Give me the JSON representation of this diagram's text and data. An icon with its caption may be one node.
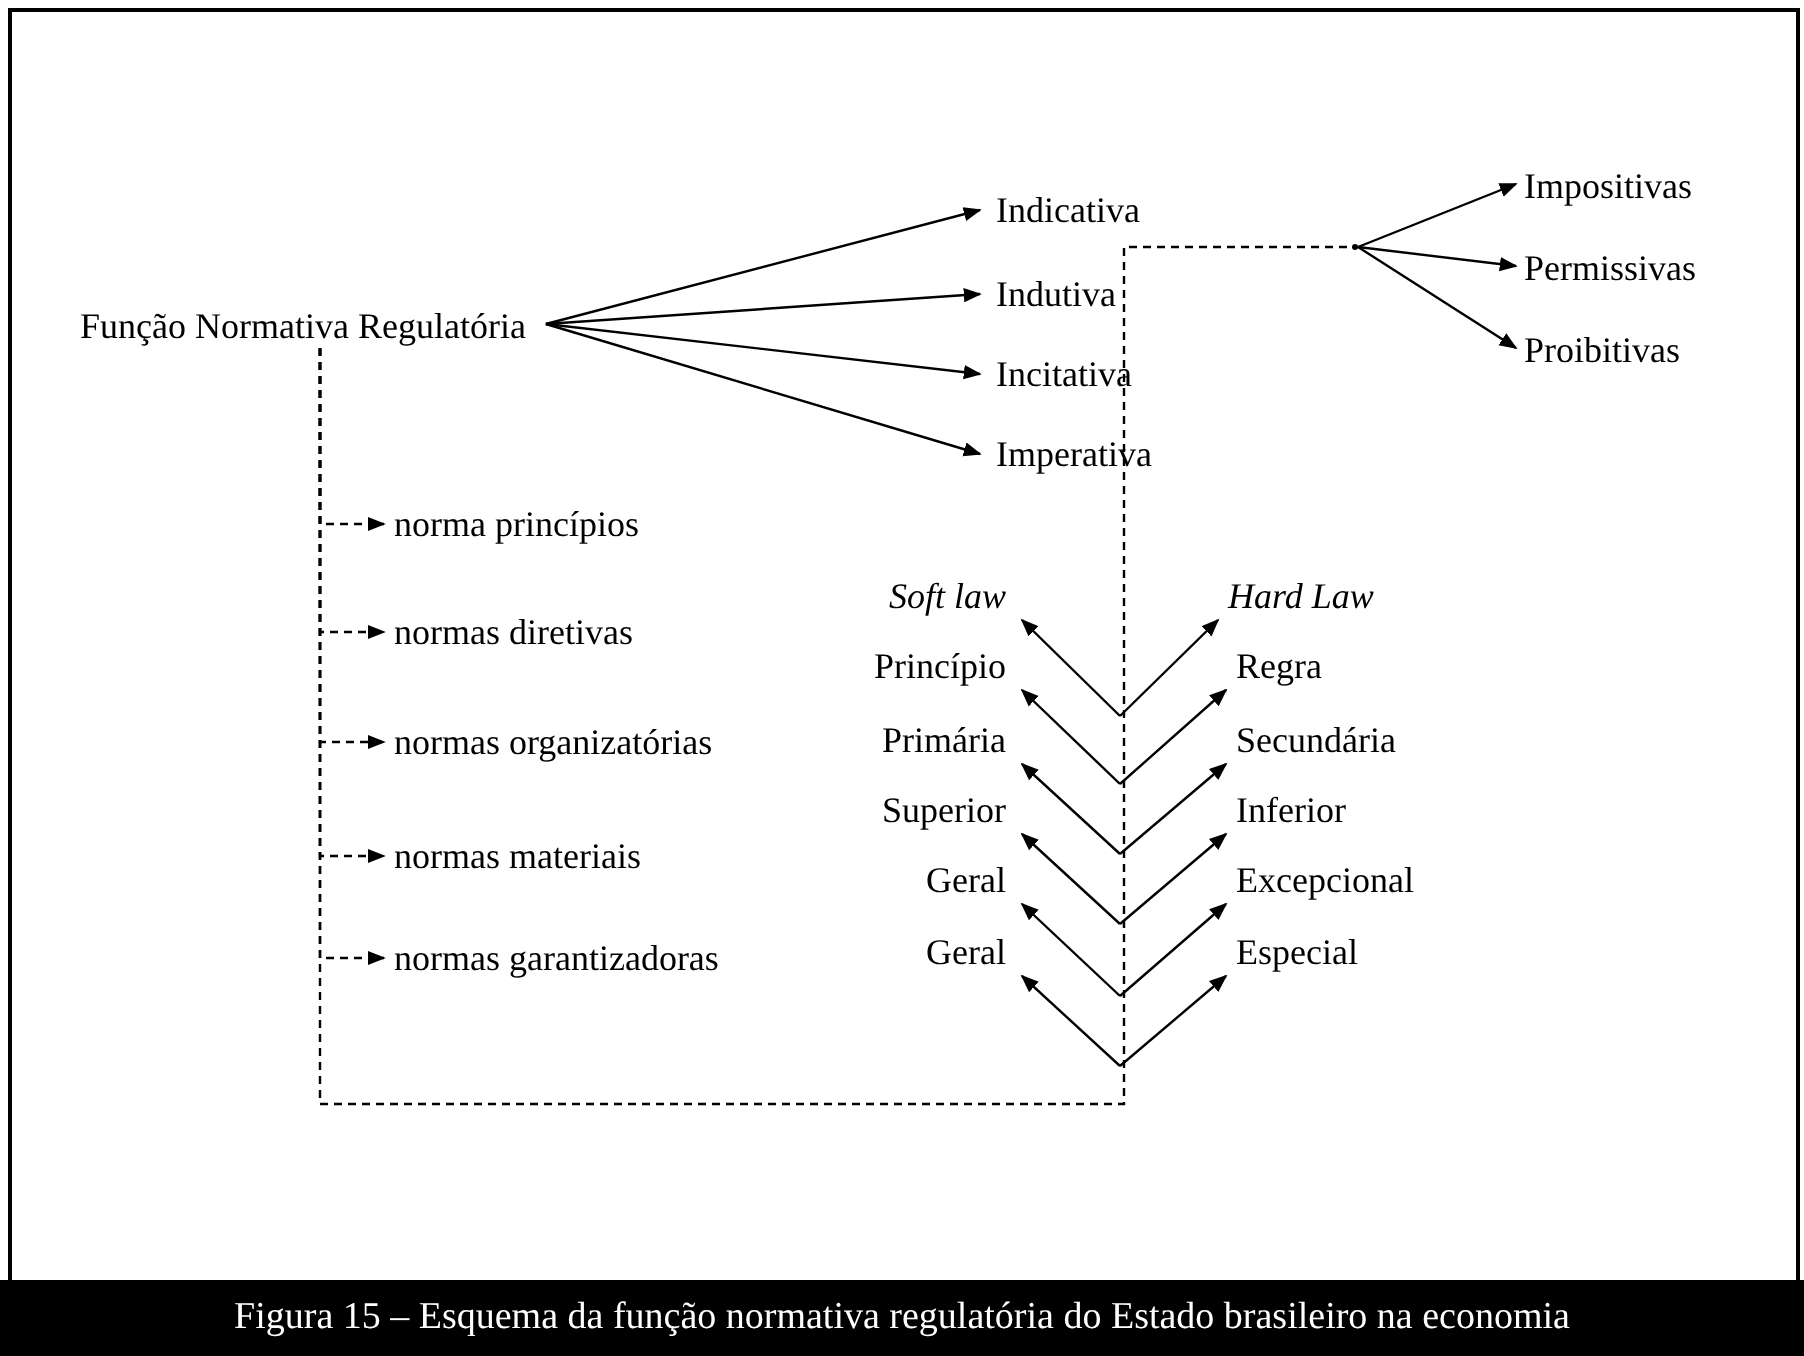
{
  "diagram": {
    "caption": "Figura 15 – Esquema da função normativa regulatória do Estado brasileiro na economia",
    "nodes": [
      {
        "text": [
          "Função Normativa Regulatória"
        ]
      },
      {
        "text": [
          "Indicativa"
        ]
      },
      {
        "text": [
          "Indutiva"
        ]
      },
      {
        "text": [
          "Incitativa"
        ]
      },
      {
        "text": [
          "Imperativa"
        ]
      },
      {
        "text": [],
        "shape": "dot"
      },
      {
        "text": [
          "Impositivas"
        ]
      },
      {
        "text": [
          "Permissivas"
        ]
      },
      {
        "text": [
          "Proibitivas"
        ]
      },
      {
        "text": [
          "norma princípios"
        ]
      },
      {
        "text": [
          "normas diretivas"
        ]
      },
      {
        "text": [
          "normas organizatórias"
        ]
      },
      {
        "text": [
          "normas materiais"
        ]
      },
      {
        "text": [
          "normas garantizadoras"
        ]
      },
      {
        "text": [
          "Soft law"
        ]
      },
      {
        "text": [
          "Hard Law"
        ]
      },
      {
        "text": [
          "Princípio"
        ]
      },
      {
        "text": [
          "Regra"
        ]
      },
      {
        "text": [
          "Primária"
        ]
      },
      {
        "text": [
          "Secundária"
        ]
      },
      {
        "text": [
          "Superior"
        ]
      },
      {
        "text": [
          "Inferior"
        ]
      },
      {
        "text": [
          "Geral"
        ]
      },
      {
        "text": [
          "Excepcional"
        ]
      },
      {
        "text": [
          "Geral"
        ]
      },
      {
        "text": [
          "Especial"
        ]
      }
    ],
    "edges": [
      {
        "from": 0,
        "to": 1,
        "arrow": "to"
      },
      {
        "from": 0,
        "to": 2,
        "arrow": "to"
      },
      {
        "from": 0,
        "to": 3,
        "arrow": "to"
      },
      {
        "from": 0,
        "to": 4,
        "arrow": "to"
      },
      {
        "from": 0,
        "to": 5,
        "arrow": "none",
        "style": "dashed"
      },
      {
        "from": 5,
        "to": 6,
        "arrow": "to"
      },
      {
        "from": 5,
        "to": 7,
        "arrow": "to"
      },
      {
        "from": 5,
        "to": 8,
        "arrow": "to"
      },
      {
        "from": 0,
        "to": 9,
        "arrow": "to",
        "style": "dashed"
      },
      {
        "from": 0,
        "to": 10,
        "arrow": "to",
        "style": "dashed"
      },
      {
        "from": 0,
        "to": 11,
        "arrow": "to",
        "style": "dashed"
      },
      {
        "from": 0,
        "to": 12,
        "arrow": "to",
        "style": "dashed"
      },
      {
        "from": 0,
        "to": 13,
        "arrow": "to",
        "style": "dashed"
      },
      {
        "from": null,
        "to": 14,
        "arrow": "to"
      },
      {
        "from": null,
        "to": 15,
        "arrow": "to"
      },
      {
        "from": null,
        "to": 16,
        "arrow": "to"
      },
      {
        "from": null,
        "to": 17,
        "arrow": "to"
      },
      {
        "from": null,
        "to": 18,
        "arrow": "to"
      },
      {
        "from": null,
        "to": 19,
        "arrow": "to"
      },
      {
        "from": null,
        "to": 20,
        "arrow": "to"
      },
      {
        "from": null,
        "to": 21,
        "arrow": "to"
      },
      {
        "from": null,
        "to": 22,
        "arrow": "to"
      },
      {
        "from": null,
        "to": 23,
        "arrow": "to"
      },
      {
        "from": null,
        "to": 24,
        "arrow": "to"
      },
      {
        "from": null,
        "to": 25,
        "arrow": "to"
      }
    ]
  }
}
